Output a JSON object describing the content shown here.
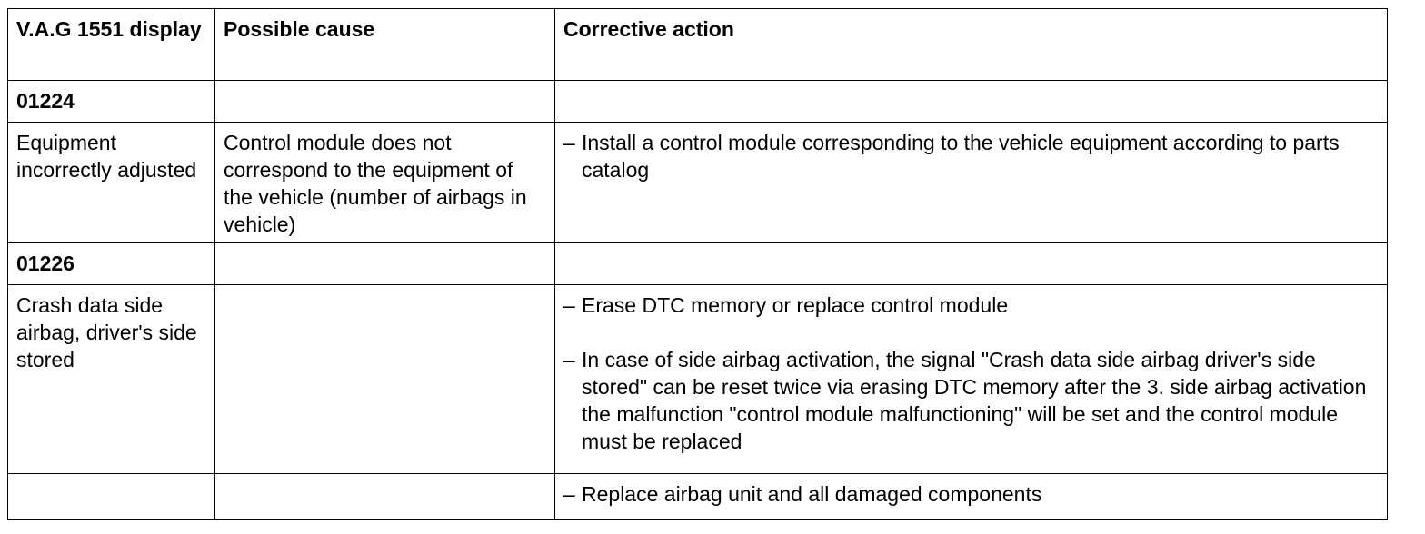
{
  "headers": {
    "display": "V.A.G 1551 display",
    "cause": "Possible cause",
    "action": "Corrective action"
  },
  "rows": [
    {
      "code": "01224"
    },
    {
      "display": "Equipment incorrectly adjusted",
      "cause": "Control module does not correspond to the equipment of the vehicle (number of airbags in vehicle)",
      "actions": [
        "Install a control module corresponding to the vehicle equipment according to parts catalog"
      ]
    },
    {
      "code": "01226"
    },
    {
      "display": "Crash data side airbag, driver's side stored",
      "cause": "",
      "actions": [
        "Erase DTC memory or replace control module",
        "In case of side airbag activation, the signal \"Crash data side airbag driver's side stored\" can be reset twice via erasing DTC memory after the 3. side airbag activation the malfunction \"control module malfunctioning\" will be set and the control module must be replaced"
      ]
    },
    {
      "display": "",
      "cause": "",
      "actions": [
        "Replace airbag unit and all damaged components"
      ]
    }
  ],
  "bullet_glyph": "–"
}
